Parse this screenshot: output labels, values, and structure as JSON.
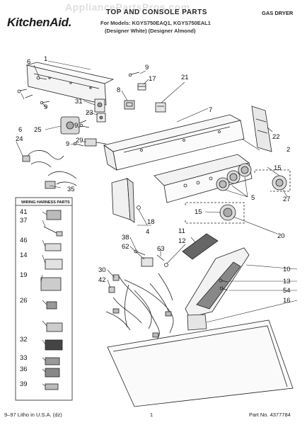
{
  "header": {
    "watermark": "AppliancePartsPros.com",
    "brand": "KitchenAid.",
    "title": "TOP AND CONSOLE PARTS",
    "model_line": "For Models: KGYS750EAQ1, KGYS750EAL1",
    "color_line": "(Designer White)    (Designer Almond)",
    "appliance_type": "GAS DRYER"
  },
  "wiring_box": {
    "title": "WIRING HARNESS PARTS"
  },
  "callouts": {
    "c1": "1",
    "c2": "2",
    "c4": "4",
    "c5": "5",
    "c6a": "6",
    "c6b": "6",
    "c7": "7",
    "c8": "8",
    "c9a": "9",
    "c9b": "9",
    "c9c": "9",
    "c9d": "9",
    "c10": "10",
    "c11": "11",
    "c12": "12",
    "c13": "13",
    "c14": "14",
    "c15a": "15",
    "c15b": "15",
    "c16": "16",
    "c17": "17",
    "c18": "18",
    "c19": "19",
    "c20": "20",
    "c21": "21",
    "c22": "22",
    "c23": "23",
    "c24": "24",
    "c25": "25",
    "c26": "26",
    "c27": "27",
    "c29": "29",
    "c30": "30",
    "c31": "31",
    "c32": "32",
    "c33": "33",
    "c35": "35",
    "c36": "36",
    "c37": "37",
    "c38": "38",
    "c39": "39",
    "c41": "41",
    "c42": "42",
    "c46": "46",
    "c54": "54",
    "c62": "62",
    "c63": "63"
  },
  "footer": {
    "left": "9–97 Litho in U.S.A. (dz)",
    "center": "1",
    "right": "Part No. 4377784"
  }
}
